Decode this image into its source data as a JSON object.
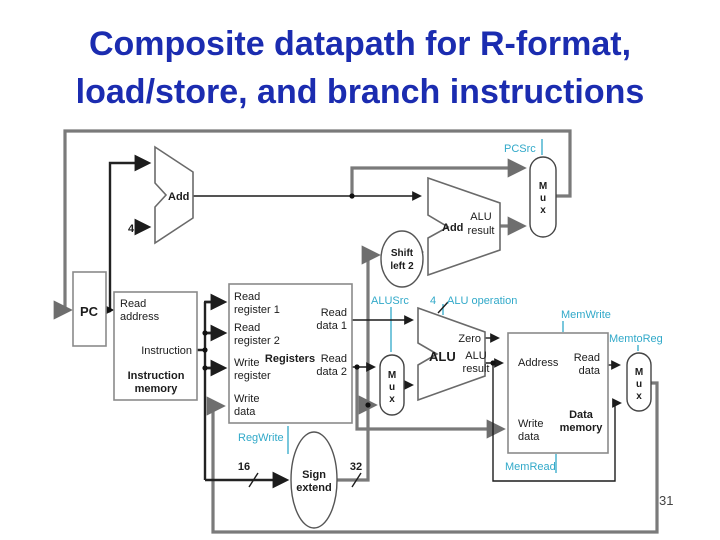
{
  "title": {
    "line1": "Composite datapath for R-format,",
    "line2": "load/store, and branch instructions"
  },
  "page_number": "31",
  "colors": {
    "title_blue": "#1b2cb0",
    "control_cyan": "#31a9c9",
    "wire_black": "#1c1c1c",
    "bus_gray": "#7a7a7a"
  },
  "diagram": {
    "pc_label": "PC",
    "add_label": "Add",
    "four": "4",
    "instruction_memory": {
      "read_address": [
        "Read",
        "address"
      ],
      "instruction": "Instruction",
      "name": [
        "Instruction",
        "memory"
      ]
    },
    "registers": {
      "read_register_1": [
        "Read",
        "register 1"
      ],
      "read_register_2": [
        "Read",
        "register 2"
      ],
      "write_register": [
        "Write",
        "register"
      ],
      "write_data": [
        "Write",
        "data"
      ],
      "name": "Registers",
      "read_data_1": [
        "Read",
        "data 1"
      ],
      "read_data_2": [
        "Read",
        "data 2"
      ]
    },
    "branch_adder": {
      "add": "Add",
      "result": [
        "ALU",
        "result"
      ]
    },
    "alu": {
      "name": "ALU",
      "zero": "Zero",
      "result": [
        "ALU",
        "result"
      ]
    },
    "data_memory": {
      "address": "Address",
      "read_data": [
        "Read",
        "data"
      ],
      "write_data": [
        "Write",
        "data"
      ],
      "name": [
        "Data",
        "memory"
      ]
    },
    "shift_left_2": [
      "Shift",
      "left 2"
    ],
    "sign_extend": [
      "Sign",
      "extend"
    ],
    "bit16": "16",
    "bit32": "32",
    "mux": [
      "M",
      "u",
      "x"
    ],
    "controls": {
      "pcsrc": "PCSrc",
      "alusrc": "ALUSrc",
      "alu_op_width": "4",
      "alu_operation": "ALU operation",
      "memwrite": "MemWrite",
      "memtoreg": "MemtoReg",
      "memread": "MemRead",
      "regwrite": "RegWrite"
    }
  }
}
